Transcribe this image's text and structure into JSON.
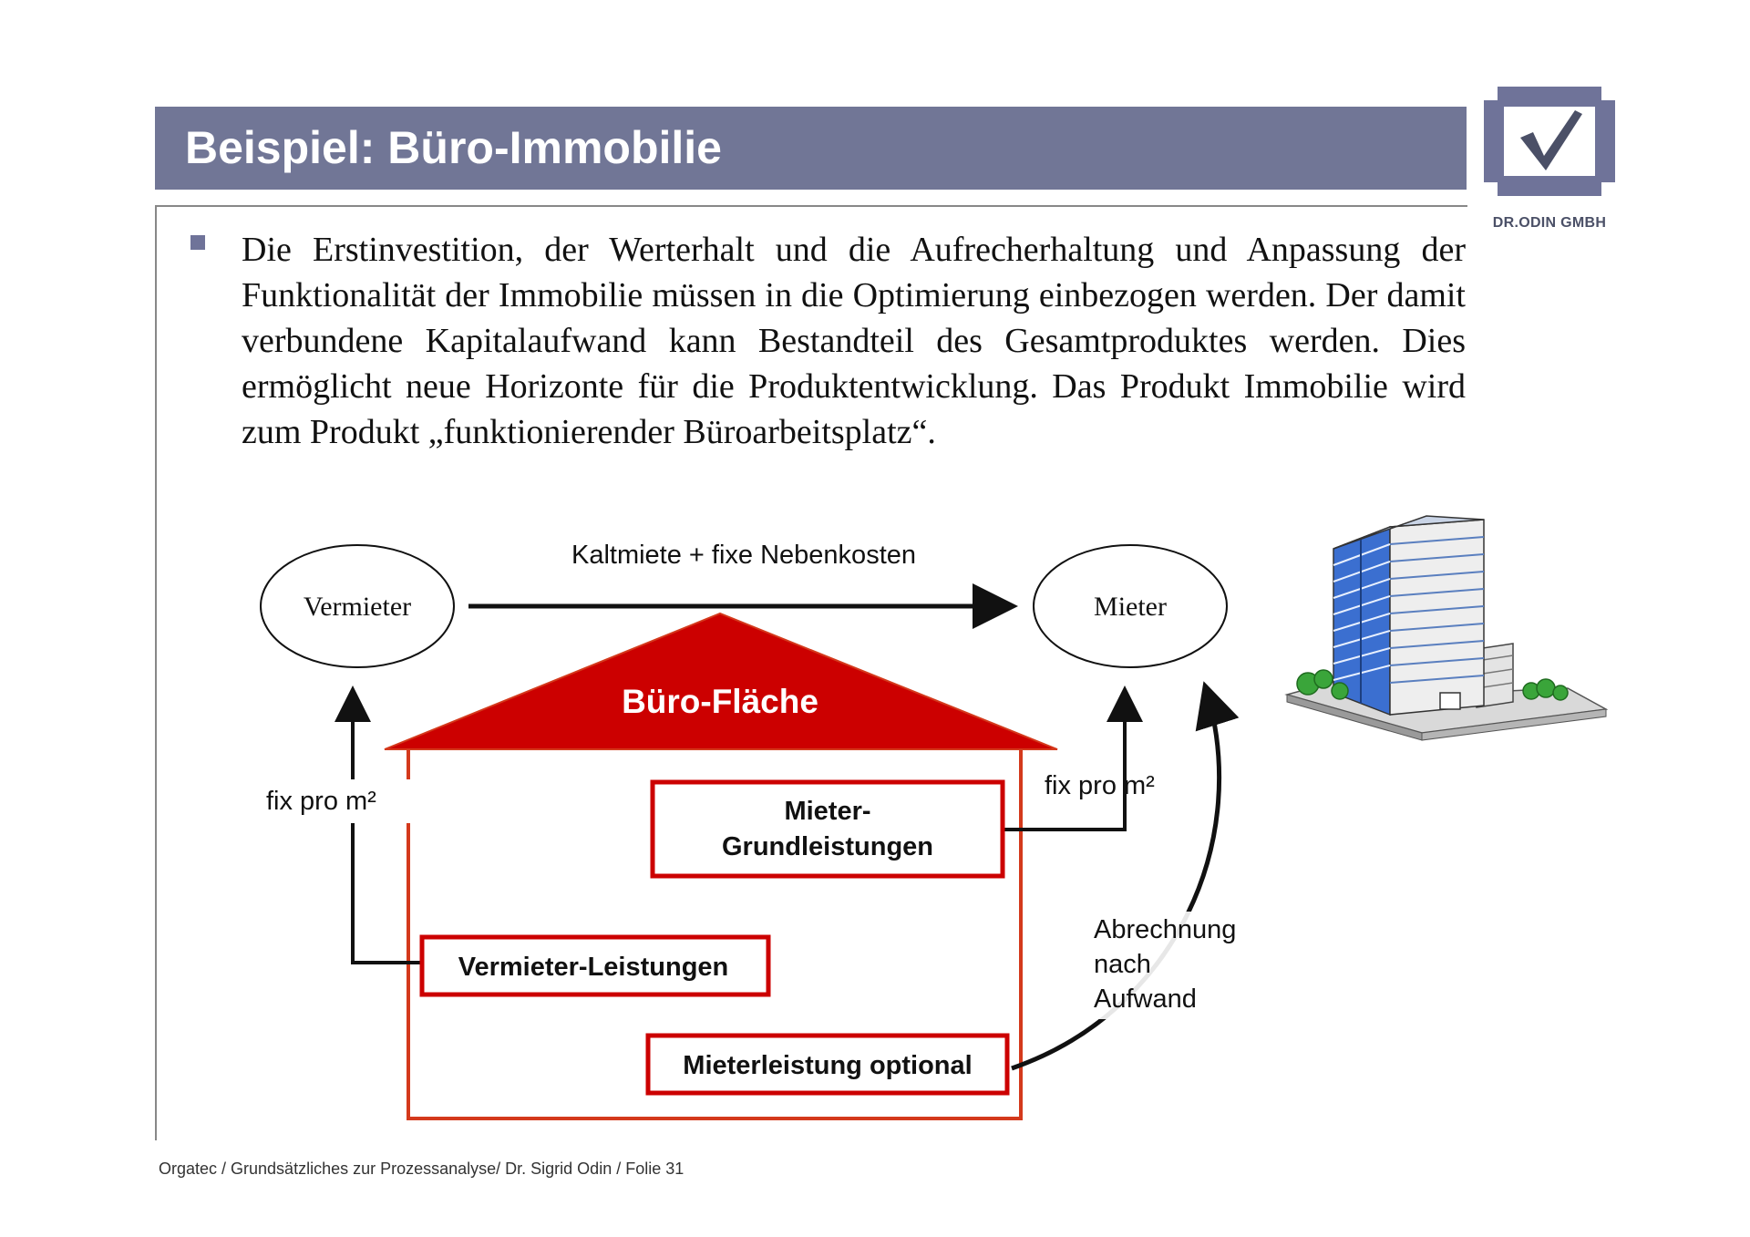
{
  "slide": {
    "title": "Beispiel: Büro-Immobilie",
    "logo_text": "DR.ODIN GMBH",
    "bullet_text": "Die Erstinvestition, der Werterhalt und die Aufrecherhaltung und Anpassung der Funktionalität der Immobilie müssen in die Optimierung einbezogen werden. Der damit verbundene Kapitalaufwand kann Bestandteil des Gesamtproduktes werden. Dies ermöglicht neue Horizonte für die Produktentwicklung. Das Produkt Immobilie wird zum Produkt „funktionierender Büroarbeitsplatz“.",
    "footer": "Orgatec / Grundsätzliches zur Prozessanalyse/ Dr. Sigrid Odin / Folie 31"
  },
  "diagram": {
    "landlord": "Vermieter",
    "tenant": "Mieter",
    "top_arrow_label": "Kaltmiete + fixe Nebenkosten",
    "roof_label": "Büro-Fläche",
    "left_label": "fix pro m²",
    "right_label": "fix pro m²",
    "box_tenant_basic_line1": "Mieter-",
    "box_tenant_basic_line2": "Grundleistungen",
    "box_landlord_services": "Vermieter-Leistungen",
    "box_tenant_optional": "Mieterleistung optional",
    "billing_line1": "Abrechnung",
    "billing_line2": "nach",
    "billing_line3": "Aufwand"
  },
  "colors": {
    "title_bar": "#717696",
    "roof": "#cc0000",
    "box_border": "#cc0000",
    "house_border": "#d4391c"
  },
  "icons": {
    "logo": "checkmark-icon",
    "building": "office-building-icon"
  }
}
